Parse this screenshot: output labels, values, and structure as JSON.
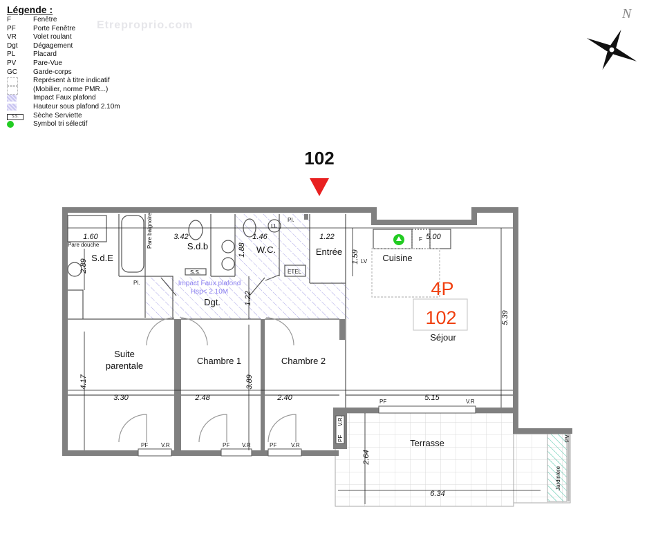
{
  "legend": {
    "title": "Légende :",
    "items": [
      {
        "code": "F",
        "label": "Fenêtre"
      },
      {
        "code": "PF",
        "label": "Porte Fenêtre"
      },
      {
        "code": "VR",
        "label": "Volet roulant"
      },
      {
        "code": "Dgt",
        "label": "Dégagement"
      },
      {
        "code": "PL",
        "label": "Placard"
      },
      {
        "code": "PV",
        "label": "Pare-Vue"
      },
      {
        "code": "GC",
        "label": "Garde-corps"
      },
      {
        "code": "",
        "label": "Représent à titre indicatif",
        "swatch": "dashed-box"
      },
      {
        "code": "",
        "label": "(Mobilier, norme PMR...)",
        "swatch": "dashed-box"
      },
      {
        "code": "",
        "label": "Impact Faux plafond",
        "swatch": "hatch"
      },
      {
        "code": "",
        "label": "Hauteur sous plafond 2.10m",
        "swatch": "hatch"
      },
      {
        "code": "S.S.",
        "label": "Sèche Serviette",
        "swatch": "ss-box"
      },
      {
        "code": "",
        "label": "Symbol tri sélectif",
        "swatch": "recycle-icon"
      }
    ]
  },
  "watermark": "Etreproprio.com",
  "compass": {
    "label": "N"
  },
  "lot": {
    "number": "102",
    "type": "4P",
    "box_number": "102"
  },
  "rooms": {
    "sde": "S.d.E",
    "sdb": "S.d.b",
    "wc": "W.C.",
    "entree": "Entrée",
    "cuisine": "Cuisine",
    "dgt": "Dgt.",
    "suite_1": "Suite",
    "suite_2": "parentale",
    "chambre1": "Chambre 1",
    "chambre2": "Chambre 2",
    "sejour": "Séjour",
    "terrasse": "Terrasse",
    "jardiniere": "Jardinière"
  },
  "notes": {
    "faux_plafond_1": "Impact Faux plafond",
    "faux_plafond_2": "Hsp< 2.10M",
    "pare_douche": "Pare douche",
    "pare_baignoire": "Pare baignoire",
    "pl": "Pl.",
    "ss": "S.S.",
    "etel": "ETEL",
    "ll": "LL",
    "lv": "LV",
    "f": "F",
    "pf": "PF",
    "vr": "V.R",
    "vr2": "V.R.",
    "pv": "PV"
  },
  "dimensions": {
    "d160": "1.60",
    "d342": "3.42",
    "d146": "1.46",
    "d122a": "1.22",
    "d500": "5.00",
    "d289": "2.89",
    "d188": "1.88",
    "d159": "1.59",
    "d122b": "1.22",
    "d539": "5.39",
    "d417": "4.17",
    "d330": "3.30",
    "d248": "2.48",
    "d389": "3.89",
    "d240": "2.40",
    "d515": "5.15",
    "d264": "2.64",
    "d634": "6.34"
  },
  "colors": {
    "wall": "#808080",
    "lot_label": "#f04010",
    "hatch": "#9a94e0",
    "jardiniere": "#40c0a0",
    "recycle": "#22cc22"
  }
}
